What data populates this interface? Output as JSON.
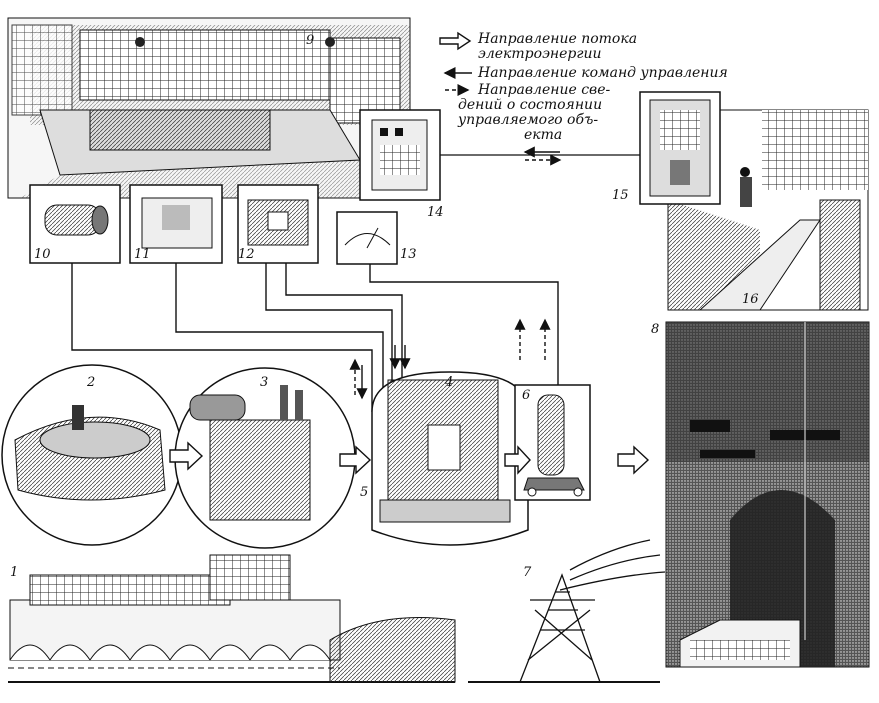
{
  "legend": {
    "energy_flow_line1": "Направление потока",
    "energy_flow_line2": "электроэнергии",
    "control_commands": "Направление команд управления",
    "status_info_line1": "Направление све-",
    "status_info_line2": "дений о состоянии",
    "status_info_line3": "управляемого объ-",
    "status_info_line4": "екта"
  },
  "labels": {
    "n1": "1",
    "n2": "2",
    "n3": "3",
    "n4": "4",
    "n5": "5",
    "n6": "6",
    "n7": "7",
    "n8": "8",
    "n9": "9",
    "n10": "10",
    "n11": "11",
    "n12": "12",
    "n13": "13",
    "n14": "14",
    "n15": "15",
    "n16": "16"
  },
  "colors": {
    "ink": "#111111",
    "paper": "#ffffff",
    "shade": "#555555"
  }
}
